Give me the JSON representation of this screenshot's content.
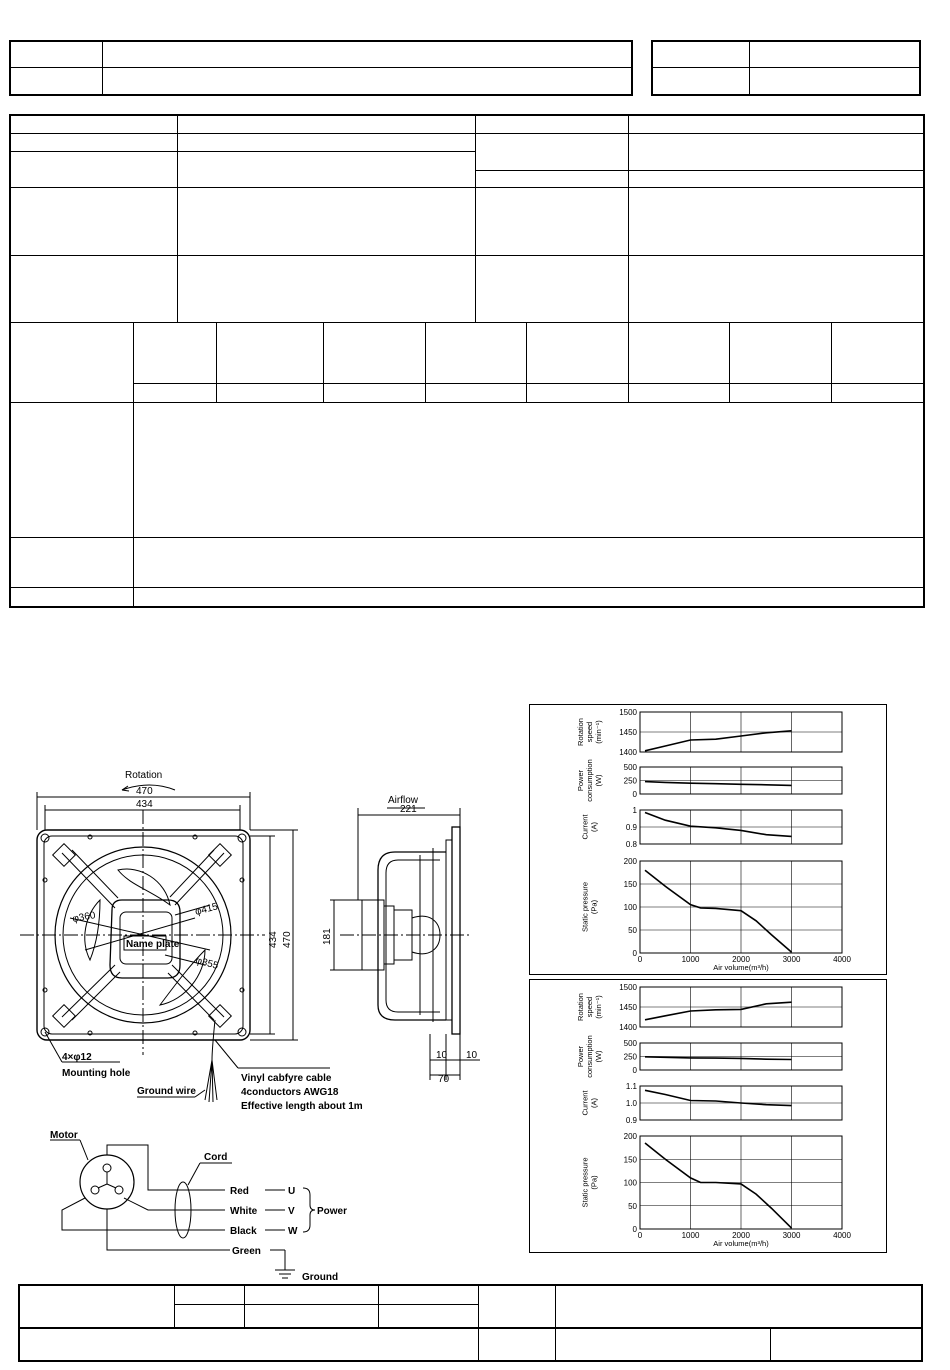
{
  "drawing": {
    "rotation": "Rotation",
    "airflow": "Airflow",
    "dim_470_top": "470",
    "dim_434_top": "434",
    "dim_434_side": "434",
    "dim_470_side": "470",
    "phi360": "φ360",
    "phi415": "φ415",
    "phi355": "φ355",
    "nameplate": "Name plate",
    "mount_qty": "4×φ12",
    "mount_label": "Mounting hole",
    "ground_wire": "Ground wire",
    "cable_1": "Vinyl cabfyre cable",
    "cable_2": "4conductors AWG18",
    "cable_3": "Effective length about 1m",
    "dim_221": "221",
    "dim_181": "181",
    "dim_10a": "10",
    "dim_10b": "10",
    "dim_70": "70"
  },
  "wiring": {
    "motor": "Motor",
    "cord": "Cord",
    "red": "Red",
    "white": "White",
    "black": "Black",
    "green": "Green",
    "u": "U",
    "v": "V",
    "w": "W",
    "power": "Power",
    "ground": "Ground"
  },
  "chart_data": [
    {
      "type": "line",
      "panels": [
        {
          "ylabel": [
            "Rotation",
            "speed",
            "(min⁻¹)"
          ],
          "ylim": [
            1400,
            1500
          ],
          "yticks": [
            1400,
            1450,
            1500
          ],
          "x": [
            100,
            500,
            1000,
            1500,
            2000,
            2500,
            3000
          ],
          "values": [
            1403,
            1415,
            1430,
            1432,
            1440,
            1448,
            1453
          ]
        },
        {
          "ylabel": [
            "Power",
            "consumption",
            "(W)"
          ],
          "ylim": [
            0,
            500
          ],
          "yticks": [
            0,
            250,
            500
          ],
          "x": [
            100,
            500,
            1000,
            1500,
            2000,
            2500,
            3000
          ],
          "values": [
            230,
            215,
            200,
            190,
            180,
            170,
            160
          ]
        },
        {
          "ylabel": [
            "Current",
            "(A)"
          ],
          "ylim": [
            0.8,
            1.0
          ],
          "ytick_labels": [
            "0.8",
            "0.9",
            "1"
          ],
          "yticks": [
            0.8,
            0.9,
            1.0
          ],
          "x": [
            100,
            500,
            1000,
            1500,
            2000,
            2500,
            3000
          ],
          "values": [
            0.985,
            0.94,
            0.905,
            0.895,
            0.88,
            0.855,
            0.845
          ]
        },
        {
          "ylabel": [
            "Static pressure",
            "(Pa)"
          ],
          "ylim": [
            0,
            200
          ],
          "yticks": [
            0,
            50,
            100,
            150,
            200
          ],
          "x": [
            100,
            500,
            1000,
            1200,
            1500,
            2000,
            2300,
            2600,
            3000
          ],
          "values": [
            180,
            145,
            105,
            98,
            97,
            92,
            70,
            40,
            2
          ]
        }
      ],
      "xlabel": "Air volume(m³/h)",
      "xlim": [
        0,
        4000
      ],
      "xticks": [
        0,
        1000,
        2000,
        3000,
        4000
      ]
    },
    {
      "type": "line",
      "panels": [
        {
          "ylabel": [
            "Rotation",
            "speed",
            "(min⁻¹)"
          ],
          "ylim": [
            1400,
            1500
          ],
          "yticks": [
            1400,
            1450,
            1500
          ],
          "x": [
            100,
            500,
            1000,
            1500,
            2000,
            2500,
            3000
          ],
          "values": [
            1418,
            1428,
            1440,
            1443,
            1444,
            1458,
            1462
          ]
        },
        {
          "ylabel": [
            "Power",
            "consumption",
            "(W)"
          ],
          "ylim": [
            0,
            500
          ],
          "yticks": [
            0,
            250,
            500
          ],
          "x": [
            100,
            500,
            1000,
            1500,
            2000,
            2500,
            3000
          ],
          "values": [
            245,
            235,
            225,
            220,
            215,
            200,
            195
          ]
        },
        {
          "ylabel": [
            "Current",
            "(A)"
          ],
          "ylim": [
            0.9,
            1.1
          ],
          "ytick_labels": [
            "0.9",
            "1.0",
            "1.1"
          ],
          "yticks": [
            0.9,
            1.0,
            1.1
          ],
          "x": [
            100,
            500,
            1000,
            1500,
            2000,
            2500,
            3000
          ],
          "values": [
            1.075,
            1.05,
            1.015,
            1.012,
            1.0,
            0.99,
            0.985
          ]
        },
        {
          "ylabel": [
            "Static pressure",
            "(Pa)"
          ],
          "ylim": [
            0,
            200
          ],
          "yticks": [
            0,
            50,
            100,
            150,
            200
          ],
          "x": [
            100,
            500,
            1000,
            1200,
            1500,
            2000,
            2300,
            2600,
            3000
          ],
          "values": [
            185,
            150,
            110,
            100,
            100,
            97,
            75,
            45,
            2
          ]
        }
      ],
      "xlabel": "Air volume(m³/h)",
      "xlim": [
        0,
        4000
      ],
      "xticks": [
        0,
        1000,
        2000,
        3000,
        4000
      ]
    }
  ]
}
